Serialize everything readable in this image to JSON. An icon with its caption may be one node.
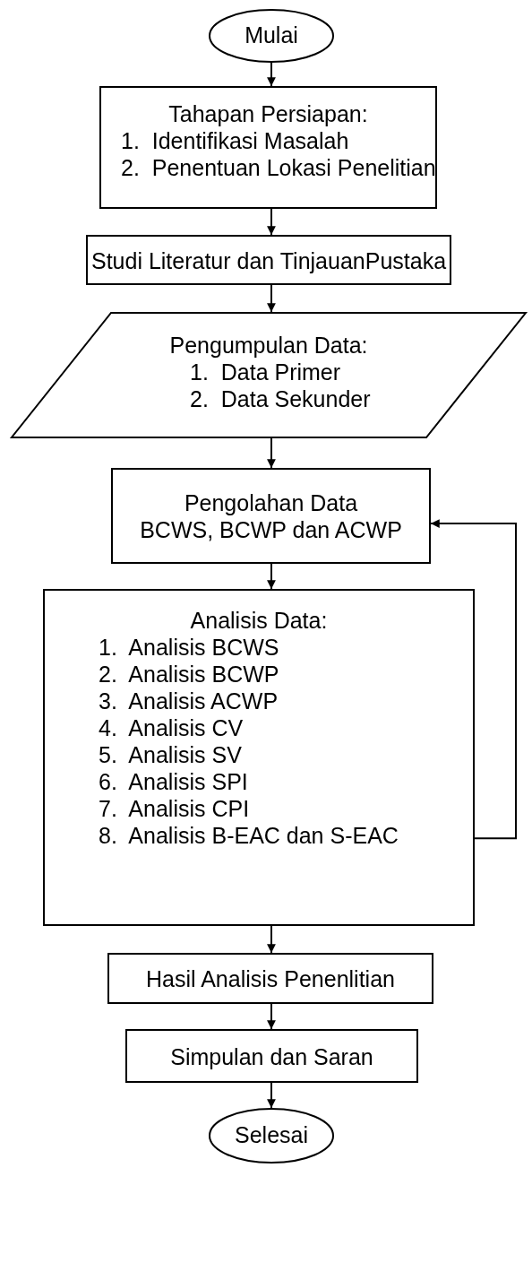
{
  "diagram": {
    "nodes": [
      {
        "text": [
          "Mulai"
        ]
      },
      {
        "text": [
          "Tahapan Persiapan:",
          "1.  Identifikasi Masalah",
          "2.  Penentuan Lokasi Penelitian"
        ]
      },
      {
        "text": [
          "Studi Literatur dan TinjauanPustaka"
        ]
      },
      {
        "text": [
          "Pengumpulan Data:",
          "1.  Data Primer",
          "2.  Data Sekunder"
        ]
      },
      {
        "text": [
          "Pengolahan Data",
          "BCWS, BCWP dan ACWP"
        ]
      },
      {
        "text": [
          "Analisis Data:",
          "1.  Analisis BCWS",
          "2.  Analisis BCWP",
          "3.  Analisis ACWP",
          "4.  Analisis CV",
          "5.  Analisis SV",
          "6.  Analisis SPI",
          "7.  Analisis CPI",
          "8.  Analisis B-EAC dan S-EAC"
        ]
      },
      {
        "text": [
          "Hasil Analisis Penenlitian"
        ]
      },
      {
        "text": [
          "Simpulan dan Saran"
        ]
      },
      {
        "text": [
          "Selesai"
        ]
      }
    ],
    "edges": [
      {
        "from": 0,
        "to": 1,
        "arrow": "to"
      },
      {
        "from": 1,
        "to": 2,
        "arrow": "to"
      },
      {
        "from": 2,
        "to": 3,
        "arrow": "to"
      },
      {
        "from": 3,
        "to": 4,
        "arrow": "to"
      },
      {
        "from": 4,
        "to": 5,
        "arrow": "to"
      },
      {
        "from": 5,
        "to": 4,
        "arrow": "to"
      },
      {
        "from": 5,
        "to": 6,
        "arrow": "to"
      },
      {
        "from": 6,
        "to": 7,
        "arrow": "to"
      },
      {
        "from": 7,
        "to": 8,
        "arrow": "to"
      }
    ]
  }
}
